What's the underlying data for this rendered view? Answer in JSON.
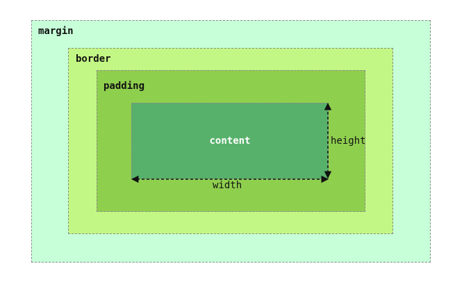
{
  "labels": {
    "margin": "margin",
    "border": "border",
    "padding": "padding",
    "content": "content",
    "height": "height",
    "width": "width"
  },
  "colors": {
    "margin_fill": "#c6ffd8",
    "border_fill": "#c3f785",
    "padding_fill": "#8fcf4e",
    "content_fill": "#57b16a",
    "content_text": "#ffffff",
    "arrow": "#111111"
  }
}
